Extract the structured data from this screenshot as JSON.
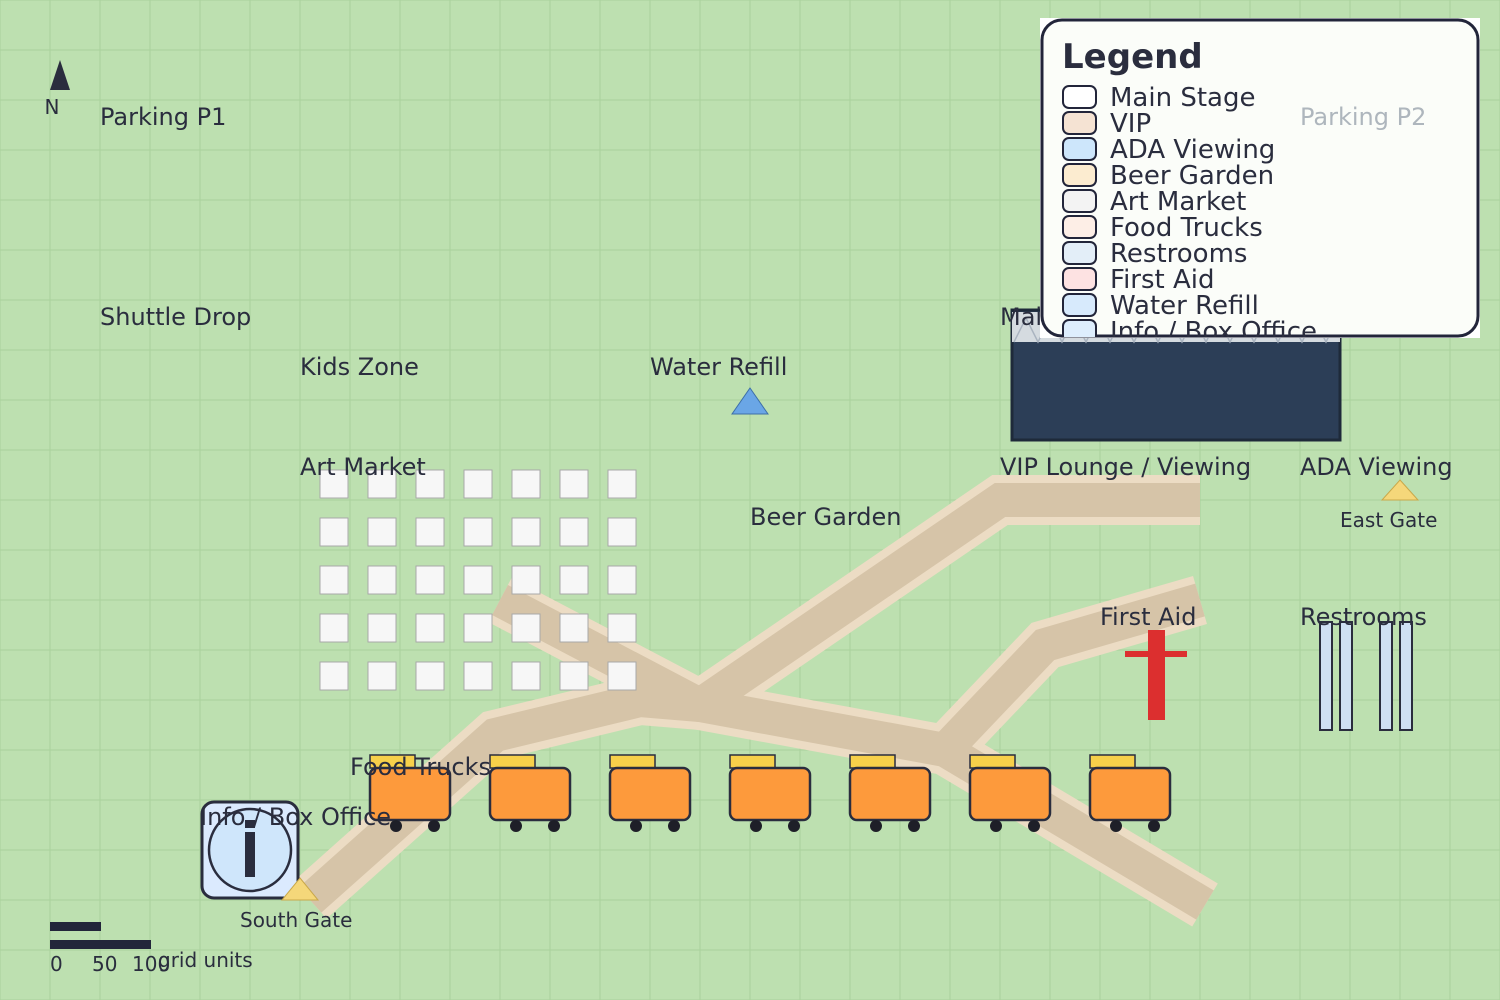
{
  "map": {
    "north_label": "N",
    "labels": {
      "parking_p1": "Parking P1",
      "parking_p2": "Parking P2",
      "shuttle_drop": "Shuttle Drop",
      "kids_zone": "Kids Zone",
      "water_refill": "Water Refill",
      "main_stage": "Main Stage",
      "art_market": "Art Market",
      "vip": "VIP Lounge / Viewing",
      "ada": "ADA Viewing",
      "beer_garden": "Beer Garden",
      "east_gate": "East Gate",
      "first_aid": "First Aid",
      "restrooms": "Restrooms",
      "food_trucks": "Food Trucks",
      "info": "Info / Box Office",
      "south_gate": "South Gate"
    },
    "art_market_grid": {
      "cols": 7,
      "rows": 5
    },
    "food_truck_count": 7,
    "restroom_count": 4
  },
  "legend": {
    "title": "Legend",
    "items": [
      {
        "label": "Main Stage",
        "color": "#ffffff"
      },
      {
        "label": "VIP",
        "color": "#f5e3d3"
      },
      {
        "label": "ADA Viewing",
        "color": "#cde6fb"
      },
      {
        "label": "Beer Garden",
        "color": "#fcecd0"
      },
      {
        "label": "Art Market",
        "color": "#f3f3f3"
      },
      {
        "label": "Food Trucks",
        "color": "#fdeee6"
      },
      {
        "label": "Restrooms",
        "color": "#e3eef8"
      },
      {
        "label": "First Aid",
        "color": "#fde2e2"
      },
      {
        "label": "Water Refill",
        "color": "#d7eafc"
      },
      {
        "label": "Info / Box Office",
        "color": "#deeefd"
      }
    ]
  },
  "scale": {
    "ticks": [
      "0",
      "50",
      "100"
    ],
    "unit": "grid units"
  },
  "colors": {
    "grass": "#bde0b0",
    "path": "#d6c4a8",
    "path_edge": "#ecdcc4",
    "stage": "#2c3e57",
    "truck": "#fd9a3c",
    "truck_top": "#f7d04a",
    "first_aid": "#dc2f2f",
    "water": "#6aa6e6",
    "gate": "#f5d77a"
  }
}
